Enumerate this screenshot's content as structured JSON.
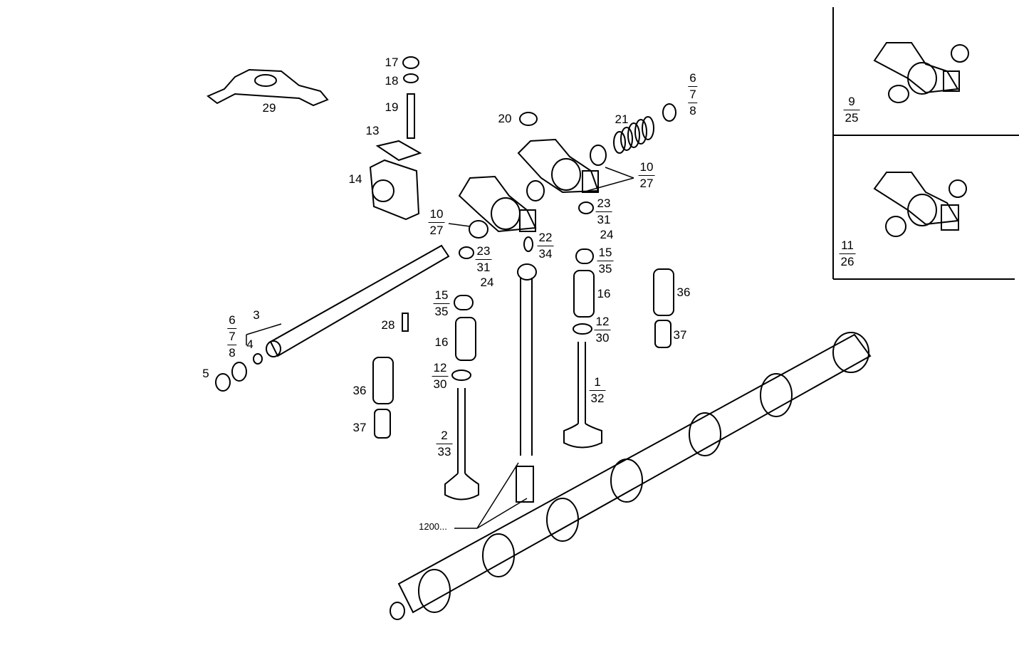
{
  "diagram": {
    "callouts": [
      {
        "id": "c29",
        "text": "29"
      },
      {
        "id": "c17",
        "text": "17"
      },
      {
        "id": "c18",
        "text": "18"
      },
      {
        "id": "c19",
        "text": "19"
      },
      {
        "id": "c13",
        "text": "13"
      },
      {
        "id": "c14",
        "text": "14"
      },
      {
        "id": "c20",
        "text": "20"
      },
      {
        "id": "c21",
        "text": "21"
      },
      {
        "id": "c24a",
        "text": "24"
      },
      {
        "id": "c16a",
        "text": "16"
      },
      {
        "id": "c36a",
        "text": "36"
      },
      {
        "id": "c37a",
        "text": "37"
      },
      {
        "id": "c24b",
        "text": "24"
      },
      {
        "id": "c28",
        "text": "28"
      },
      {
        "id": "c16b",
        "text": "16"
      },
      {
        "id": "c36b",
        "text": "36"
      },
      {
        "id": "c37b",
        "text": "37"
      },
      {
        "id": "c3",
        "text": "3"
      },
      {
        "id": "c4",
        "text": "4"
      },
      {
        "id": "c5",
        "text": "5"
      },
      {
        "id": "c1200",
        "text": "1200..."
      }
    ],
    "fractions": [
      {
        "id": "f678a",
        "parts": [
          "6",
          "7",
          "8"
        ]
      },
      {
        "id": "f1027a",
        "parts": [
          "10",
          "27"
        ]
      },
      {
        "id": "f1027b",
        "parts": [
          "10",
          "27"
        ]
      },
      {
        "id": "f2234",
        "parts": [
          "22",
          "34"
        ]
      },
      {
        "id": "f2331a",
        "parts": [
          "23",
          "31"
        ]
      },
      {
        "id": "f1535a",
        "parts": [
          "15",
          "35"
        ]
      },
      {
        "id": "f1230a",
        "parts": [
          "12",
          "30"
        ]
      },
      {
        "id": "f132",
        "parts": [
          "1",
          "32"
        ]
      },
      {
        "id": "f2331b",
        "parts": [
          "23",
          "31"
        ]
      },
      {
        "id": "f1535b",
        "parts": [
          "15",
          "35"
        ]
      },
      {
        "id": "f1230b",
        "parts": [
          "12",
          "30"
        ]
      },
      {
        "id": "f233",
        "parts": [
          "2",
          "33"
        ]
      },
      {
        "id": "f678b",
        "parts": [
          "6",
          "7",
          "8"
        ]
      },
      {
        "id": "f925",
        "parts": [
          "9",
          "25"
        ]
      },
      {
        "id": "f1126",
        "parts": [
          "11",
          "26"
        ]
      }
    ]
  }
}
